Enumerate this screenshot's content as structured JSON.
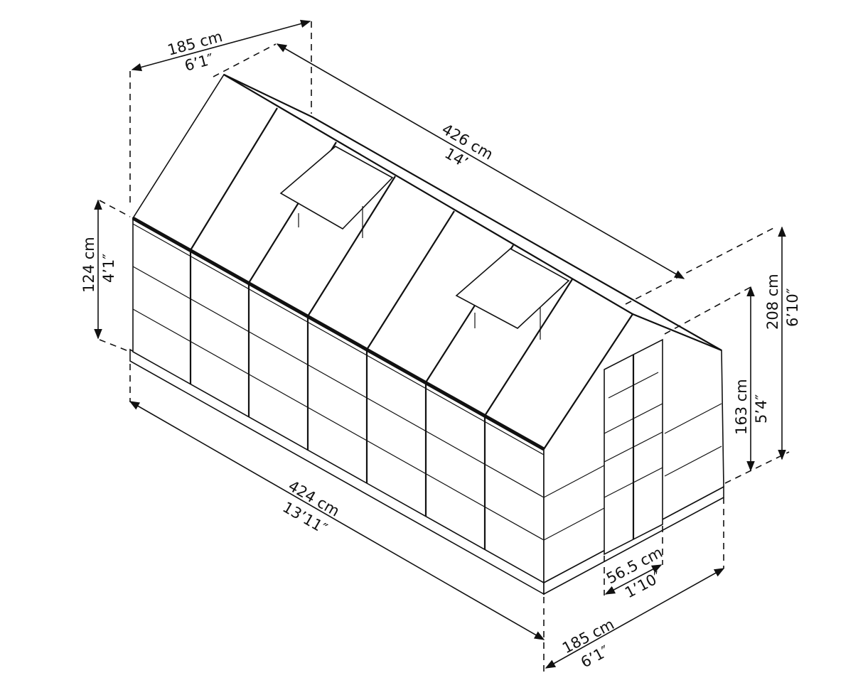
{
  "diagram": {
    "subject": "Greenhouse dimension drawing",
    "color": {
      "line": "#111111",
      "background": "#ffffff"
    },
    "dimensions": {
      "roof_width_top": {
        "metric": "185 cm",
        "imperial": "6’1″"
      },
      "roof_length": {
        "metric": "426 cm",
        "imperial": "14’"
      },
      "side_wall_height": {
        "metric": "124 cm",
        "imperial": "4’1″"
      },
      "total_height": {
        "metric": "208 cm",
        "imperial": "6’10″"
      },
      "door_height": {
        "metric": "163 cm",
        "imperial": "5’4″"
      },
      "base_length": {
        "metric": "424 cm",
        "imperial": "13’11″"
      },
      "door_width": {
        "metric": "56.5 cm",
        "imperial": "1’10″"
      },
      "base_width": {
        "metric": "185 cm",
        "imperial": "6’1″"
      }
    }
  }
}
